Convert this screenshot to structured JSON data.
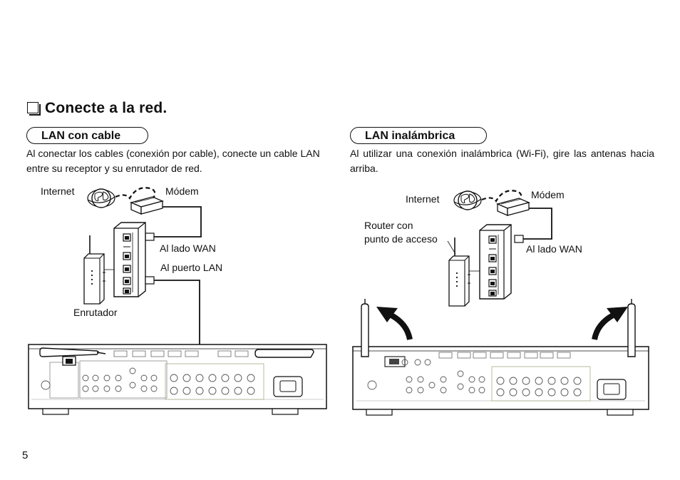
{
  "page": {
    "section_title": "Conecte a la red.",
    "page_number": "5"
  },
  "wired": {
    "heading": "LAN con cable",
    "description": "Al conectar los cables (conexión por cable), conecte un cable LAN entre su receptor y su enrutador de red.",
    "labels": {
      "internet": "Internet",
      "modem": "Módem",
      "wan_side": "Al lado WAN",
      "lan_port": "Al puerto LAN",
      "router": "Enrutador"
    }
  },
  "wireless": {
    "heading": "LAN inalámbrica",
    "description": "Al utilizar una conexión inalámbrica (Wi-Fi), gire las antenas hacia arriba.",
    "labels": {
      "internet": "Internet",
      "modem": "Módem",
      "access_point_line1": "Router con",
      "access_point_line2": "punto de acceso",
      "wan_side": "Al lado WAN"
    }
  },
  "icons": [
    "globe-icon",
    "modem-icon",
    "router-icon",
    "receiver-icon",
    "antenna-icon",
    "rotate-arrow-icon"
  ]
}
